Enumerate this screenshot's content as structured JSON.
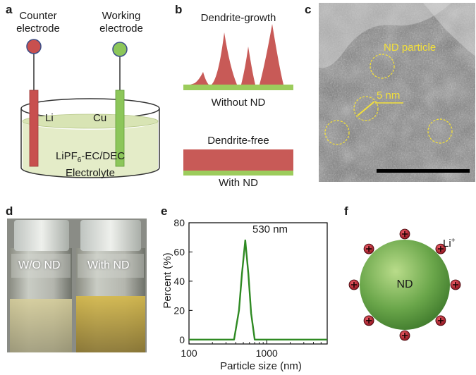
{
  "panels": {
    "a": {
      "letter": "a",
      "counter_label_line1": "Counter",
      "counter_label_line2": "electrode",
      "working_label_line1": "Working",
      "working_label_line2": "electrode",
      "li_label": "Li",
      "cu_label": "Cu",
      "electrolyte_line1_prefix": "LiPF",
      "electrolyte_line1_sub": "6",
      "electrolyte_line1_suffix": "-EC/DEC",
      "electrolyte_line2": "Electrolyte",
      "colors": {
        "counter": "#c8504f",
        "working": "#8cc65a",
        "electrolyte": "#e4ecc8"
      }
    },
    "b": {
      "letter": "b",
      "top_title": "Dendrite-growth",
      "top_caption": "Without ND",
      "bottom_title": "Dendrite-free",
      "bottom_caption": "With ND",
      "colors": {
        "lithium": "#c85a57",
        "substrate": "#9ccc5c"
      }
    },
    "c": {
      "letter": "c",
      "particle_label": "ND particle",
      "scale_label": "5 nm",
      "colors": {
        "annotation": "#f3e03a"
      }
    },
    "d": {
      "letter": "d",
      "left_bottle_label": "W/O ND",
      "right_bottle_label": "With ND"
    },
    "e": {
      "letter": "e",
      "peak_label": "530 nm"
    },
    "f": {
      "letter": "f",
      "sphere_label": "ND",
      "ion_label_main": "Li",
      "ion_label_sup": "+",
      "colors": {
        "sphere": "#6aa64a",
        "ion": "#c0192a"
      }
    }
  },
  "chart_data": {
    "type": "line",
    "xscale": "log",
    "xlabel": "Particle size (nm)",
    "ylabel": "Percent (%)",
    "xlim": [
      100,
      6000
    ],
    "ylim": [
      -3,
      80
    ],
    "xticks": [
      100,
      1000
    ],
    "yticks": [
      0,
      20,
      40,
      60,
      80
    ],
    "x": [
      100,
      380,
      440,
      480,
      530,
      580,
      630,
      700,
      6000
    ],
    "y": [
      0,
      0,
      20,
      45,
      68,
      45,
      18,
      0,
      0
    ],
    "color": "#2f8a23"
  }
}
